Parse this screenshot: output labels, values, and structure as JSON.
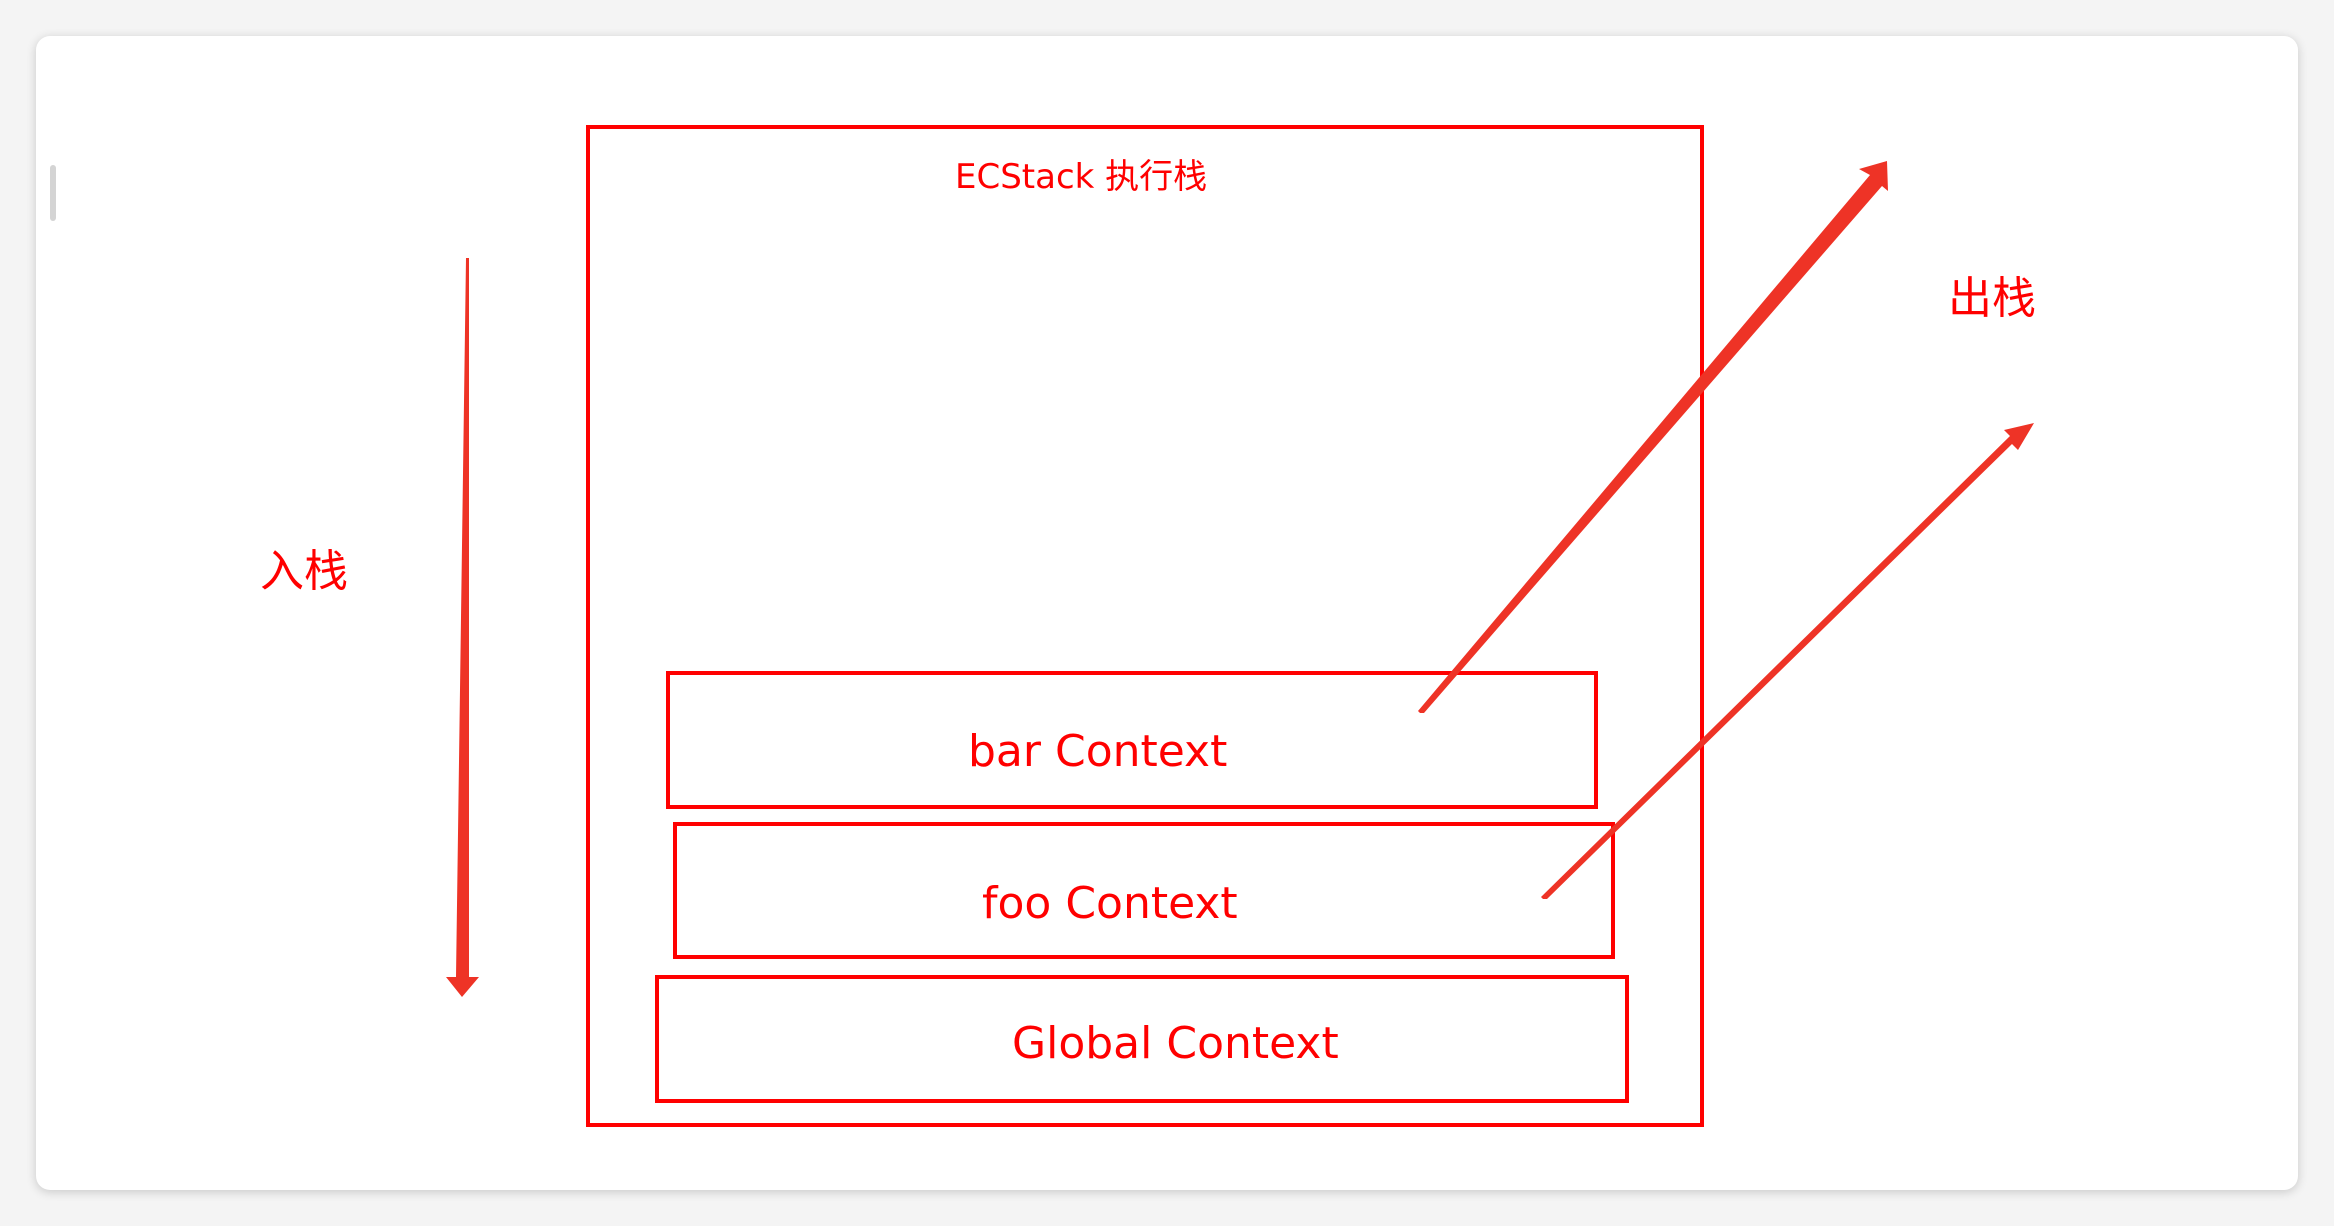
{
  "stack": {
    "title": "ECStack 执行栈",
    "push_label": "入栈",
    "pop_label": "出栈",
    "contexts": [
      "bar Context",
      "foo Context",
      "Global Context"
    ]
  },
  "colors": {
    "stroke": "#ff0000",
    "arrow": "#ee3326",
    "card": "#ffffff",
    "background": "#f4f4f4"
  }
}
